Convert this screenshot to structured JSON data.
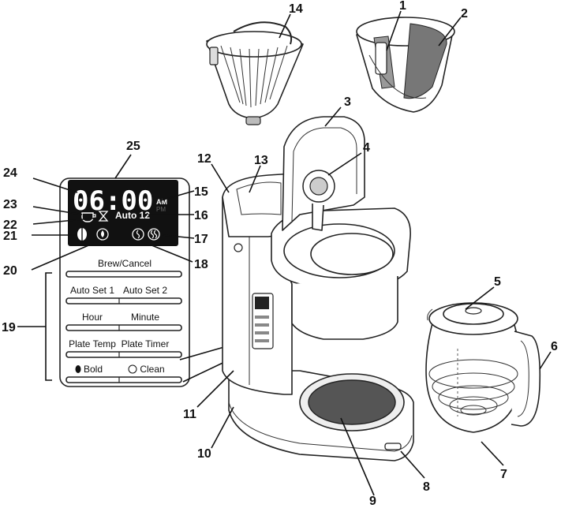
{
  "callouts": [
    {
      "n": "1",
      "part": "filter-basket-clip"
    },
    {
      "n": "2",
      "part": "cone-filter-basket"
    },
    {
      "n": "3",
      "part": "water-tank-lid"
    },
    {
      "n": "4",
      "part": "showerhead"
    },
    {
      "n": "5",
      "part": "carafe-lid"
    },
    {
      "n": "6",
      "part": "carafe-handle"
    },
    {
      "n": "7",
      "part": "carafe"
    },
    {
      "n": "8",
      "part": "power-switch"
    },
    {
      "n": "9",
      "part": "warming-plate"
    },
    {
      "n": "10",
      "part": "base"
    },
    {
      "n": "11",
      "part": "housing"
    },
    {
      "n": "12",
      "part": "water-tank"
    },
    {
      "n": "13",
      "part": "water-level-window"
    },
    {
      "n": "14",
      "part": "flat-bottom-basket"
    },
    {
      "n": "15",
      "part": "am-pm-indicator"
    },
    {
      "n": "16",
      "part": "auto-indicator"
    },
    {
      "n": "17",
      "part": "plate-temp-indicator"
    },
    {
      "n": "18",
      "part": "warming-plate-icon"
    },
    {
      "n": "19",
      "part": "control-buttons"
    },
    {
      "n": "20",
      "part": "clean-indicator"
    },
    {
      "n": "21",
      "part": "bold-indicator"
    },
    {
      "n": "22",
      "part": "timer-indicator"
    },
    {
      "n": "23",
      "part": "carafe-indicator"
    },
    {
      "n": "24",
      "part": "clock-display"
    },
    {
      "n": "25",
      "part": "control-panel"
    }
  ],
  "display": {
    "time": "06:00",
    "am": "AM",
    "pm": "PM",
    "auto": "Auto 12"
  },
  "buttons": {
    "brew_cancel": "Brew/Cancel",
    "auto_set_1": "Auto Set 1",
    "auto_set_2": "Auto Set 2",
    "hour": "Hour",
    "minute": "Minute",
    "plate_temp": "Plate Temp",
    "plate_timer": "Plate Timer",
    "bold": "Bold",
    "clean": "Clean"
  }
}
